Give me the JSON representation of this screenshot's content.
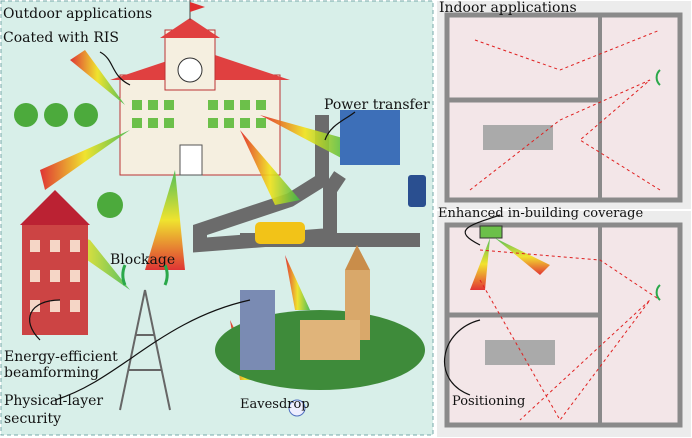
{
  "outdoor": {
    "title": "Outdoor applications",
    "labels": {
      "coated_ris": "Coated with RIS",
      "power_transfer": "Power transfer",
      "blockage": "Blockage",
      "energy_efficient_1": "Energy-efficient",
      "energy_efficient_2": "beamforming",
      "physical_layer_1": "Physical-layer",
      "physical_layer_2": "security",
      "eavesdrop": "Eavesdrop"
    }
  },
  "indoor": {
    "title": "Indoor applications",
    "labels": {
      "coverage": "Enhanced in-building coverage",
      "positioning": "Positioning"
    }
  },
  "colors": {
    "outdoor_bg": "#d8efe9",
    "indoor_floor": "#f3e6e8",
    "wall": "#8a8a8a",
    "beam_red": "#e02020",
    "beam_yellow": "#f2e21a",
    "beam_green": "#3fb84a"
  }
}
